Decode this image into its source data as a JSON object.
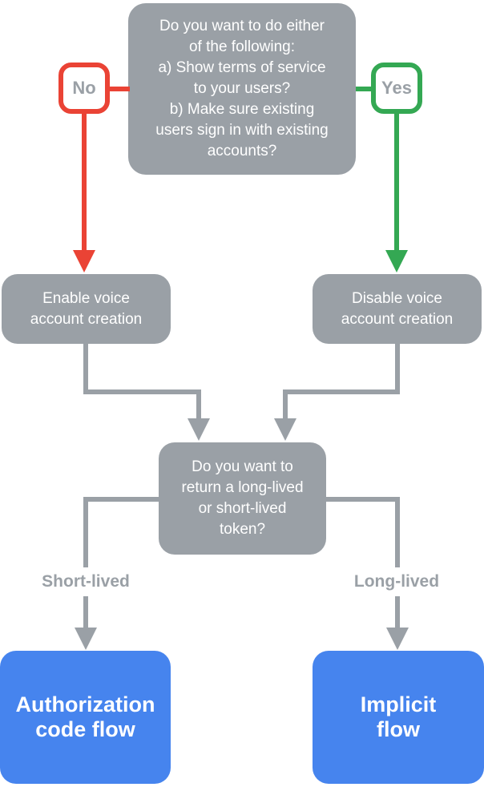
{
  "colors": {
    "node_gray": "#9AA0A6",
    "no_red": "#EA4335",
    "yes_green": "#34A853",
    "result_blue": "#4684EE",
    "muted_label_text": "#9AA0A6"
  },
  "flowchart": {
    "top_question": "Do you want to do either\nof the following:\na) Show terms of service\nto your users?\nb) Make sure existing\nusers sign in with existing\naccounts?",
    "no_label": "No",
    "yes_label": "Yes",
    "enable_node": "Enable voice\naccount creation",
    "disable_node": "Disable voice\naccount creation",
    "token_question": "Do you want to\nreturn a long-lived\nor short-lived\ntoken?",
    "short_lived_label": "Short-lived",
    "long_lived_label": "Long-lived",
    "authorization_node": "Authorization\ncode flow",
    "implicit_node": "Implicit\nflow"
  }
}
